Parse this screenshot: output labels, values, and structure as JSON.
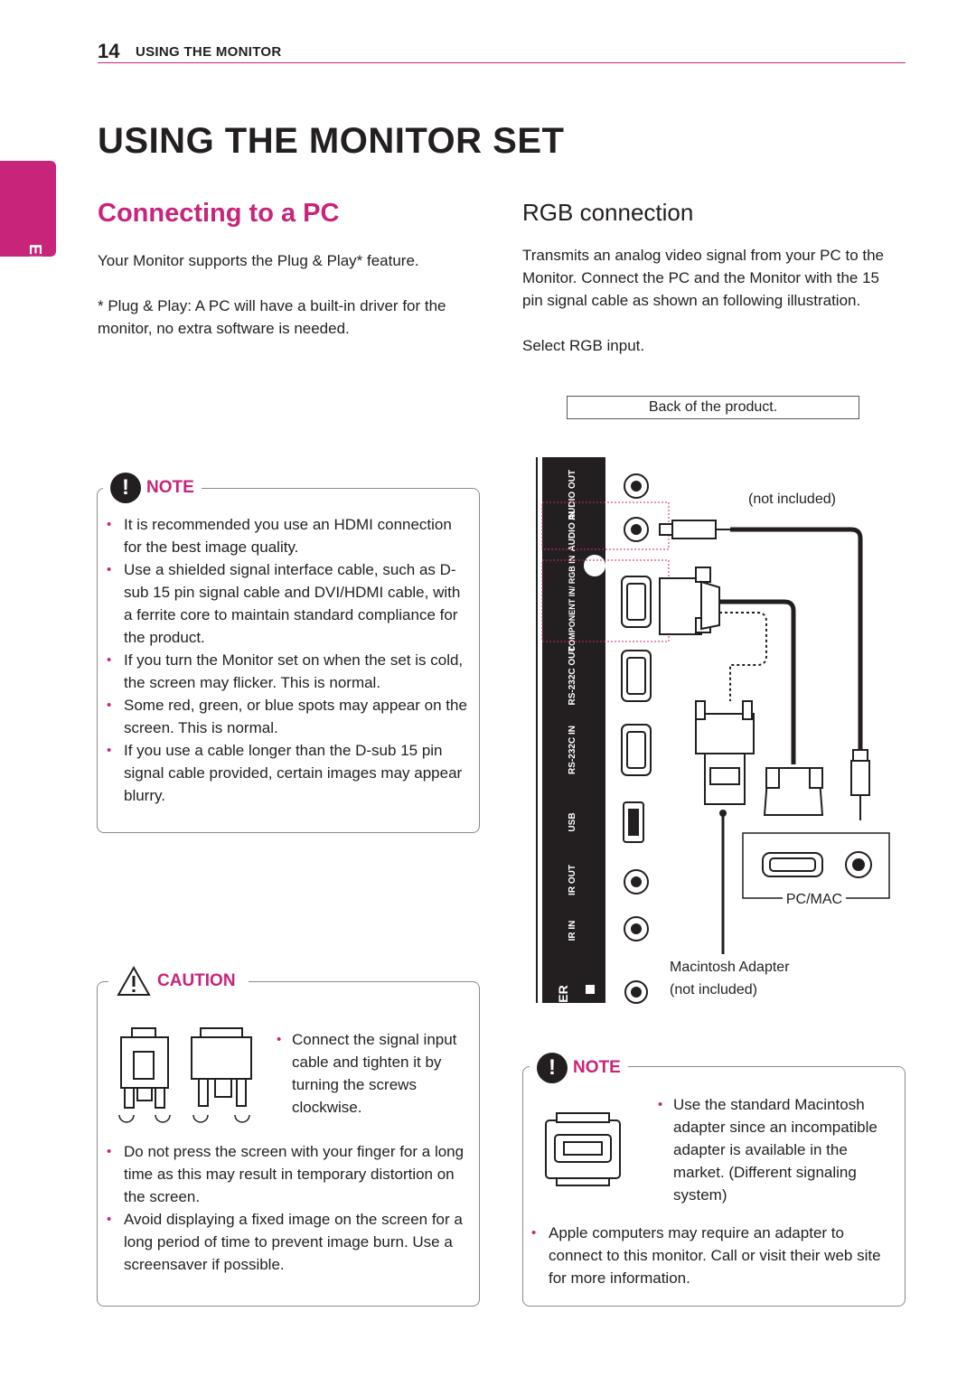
{
  "header": {
    "page_number": "14",
    "section": "USING THE MONITOR"
  },
  "page_title": "USING THE MONITOR SET",
  "language_tab": "ENGLISH",
  "left": {
    "heading": "Connecting to a PC",
    "intro": "Your Monitor supports the Plug & Play* feature.",
    "footnote": "* Plug & Play: A PC will have a built-in driver for the monitor, no extra software is needed.",
    "note": {
      "label": "NOTE",
      "items": [
        "It is recommended you use an HDMI connection for the best image quality.",
        "Use a shielded signal interface cable, such as D-sub 15 pin signal cable and DVI/HDMI cable, with a ferrite core to maintain standard compliance for the product.",
        "If you turn the Monitor set on when the set is cold, the screen may flicker. This is normal.",
        "Some red, green, or blue spots may appear on the screen. This is normal.",
        "If you use a cable longer than the D-sub 15 pin signal cable provided, certain images may appear blurry."
      ]
    },
    "caution": {
      "label": "CAUTION",
      "connect_item": "Connect the signal input cable and tighten it by turning the screws clockwise.",
      "items": [
        "Do not press the screen with your finger for a long time as this may result in temporary distortion on the screen.",
        "Avoid displaying a fixed image on the screen for a long period of time to prevent image burn. Use a screensaver if possible."
      ]
    }
  },
  "right": {
    "heading": "RGB connection",
    "description": "Transmits an analog video signal from your PC to the Monitor. Connect the PC and the Monitor with the 15 pin signal cable as shown an following illustration.",
    "instruction": "Select RGB input.",
    "diagram": {
      "caption": "Back of the product.",
      "not_included": "(not included)",
      "pc_mac": "PC/MAC",
      "adapter_name": "Macintosh Adapter",
      "adapter_note": "(not included)",
      "port_labels": [
        "AUDIO OUT",
        "AUDIO IN",
        "COMPONENT IN/ RGB IN",
        "RS-232C OUT",
        "RS-232C IN",
        "USB",
        "IR OUT",
        "IR IN"
      ],
      "edge_letter": "ER"
    },
    "note": {
      "label": "NOTE",
      "adapter_item": "Use the standard Macintosh adapter since an incompatible adapter is available in the market. (Different signaling system)",
      "items": [
        "Apple computers may require an adapter to connect to this monitor. Call or visit their web site for more information."
      ]
    }
  },
  "colors": {
    "accent": "#c8247a",
    "text": "#231f20"
  }
}
